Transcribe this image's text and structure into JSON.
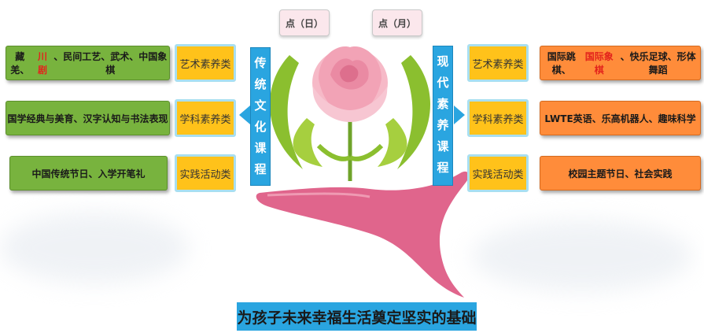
{
  "top_labels": [
    "点（日）",
    "点（月）"
  ],
  "traditional": {
    "title": "传统文化课程",
    "categories": [
      "艺术素养类",
      "学科素养类",
      "实践活动类"
    ],
    "items": [
      {
        "parts": [
          "藏羌、",
          "川剧",
          "、民间工艺、武术、中国象棋"
        ]
      },
      {
        "parts": [
          "国学经典与美育、汉字认知与书法表现"
        ]
      },
      {
        "parts": [
          "中国传统节日、入学开笔礼"
        ]
      }
    ]
  },
  "modern": {
    "title": "现代素养课程",
    "categories": [
      "艺术素养类",
      "学科素养类",
      "实践活动类"
    ],
    "items": [
      {
        "parts": [
          "国际跳棋、",
          "国际象棋",
          "、快乐足球、形体舞蹈"
        ]
      },
      {
        "parts": [
          "LWTE英语、乐高机器人、趣味科学"
        ]
      },
      {
        "parts": [
          "校园主题节日、社会实践"
        ]
      }
    ]
  },
  "banner": "为孩子未来幸福生活奠定坚实的基础",
  "colors": {
    "traditional_item": "#78b33e",
    "modern_item": "#ff8c3a",
    "category": "#ffc21a",
    "title_bar": "#2aa5e0",
    "highlight": "#e3231c",
    "hand": "#e0658c",
    "flower": "#f2a3b6",
    "leaves": "#8bbf2f"
  },
  "icons": [
    "rose-flower-icon",
    "open-hand-icon",
    "left-arrow-icon",
    "right-arrow-icon"
  ]
}
